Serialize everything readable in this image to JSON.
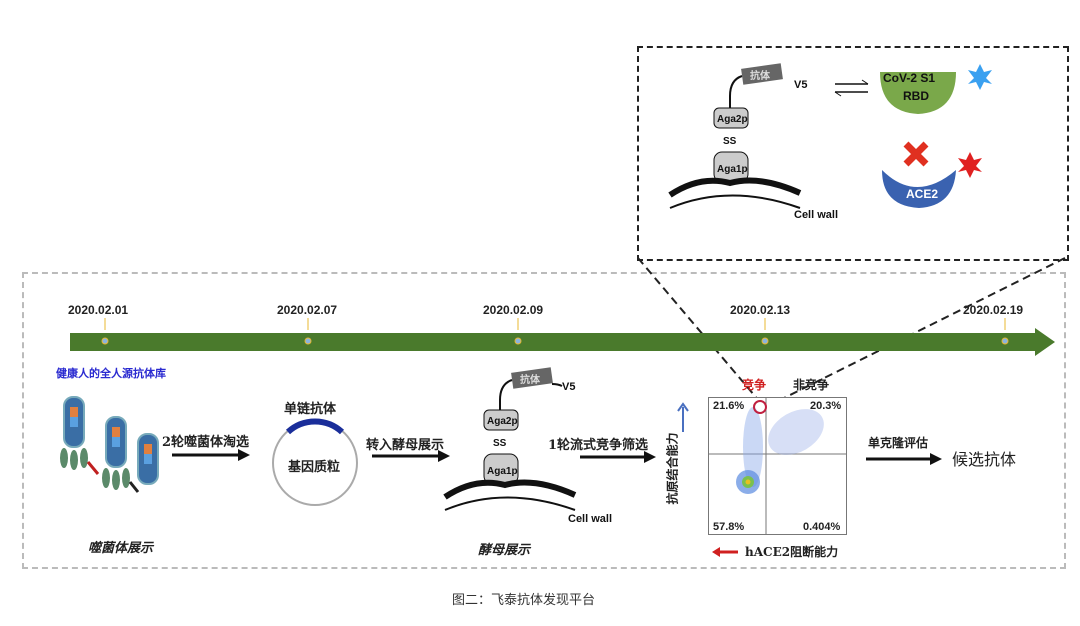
{
  "timeline": {
    "dates": [
      "2020.02.01",
      "2020.02.07",
      "2020.02.09",
      "2020.02.13",
      "2020.02.19"
    ],
    "color": "#4a7a2c"
  },
  "steps": {
    "library_label": "健康人的全人源抗体库",
    "phage_display": "噬菌体展示",
    "phage_panning": "2轮噬菌体淘选",
    "scfv": "单链抗体",
    "plasmid": "基因质粒",
    "to_yeast": "转入酵母展示",
    "yeast_display": "酵母展示",
    "facs_screen": "1轮流式竞争筛选",
    "mono_eval": "单克隆评估",
    "candidates": "候选抗体"
  },
  "yeast": {
    "antibody": "抗体",
    "tag": "V5",
    "aga2p": "Aga2p",
    "aga1p": "Aga1p",
    "cell_wall": "Cell wall",
    "ss": "SS"
  },
  "inset": {
    "target": "CoV-2 S1",
    "target2": "RBD",
    "receptor": "ACE2"
  },
  "facs": {
    "competitive": "竞争",
    "noncompetitive": "非竞争",
    "q_ul": "21.6%",
    "q_ur": "20.3%",
    "q_ll": "57.8%",
    "q_lr": "0.404%",
    "y_label": "抗原结合能力",
    "x_label": "hACE2阻断能力"
  },
  "caption": "图二：飞泰抗体发现平台"
}
